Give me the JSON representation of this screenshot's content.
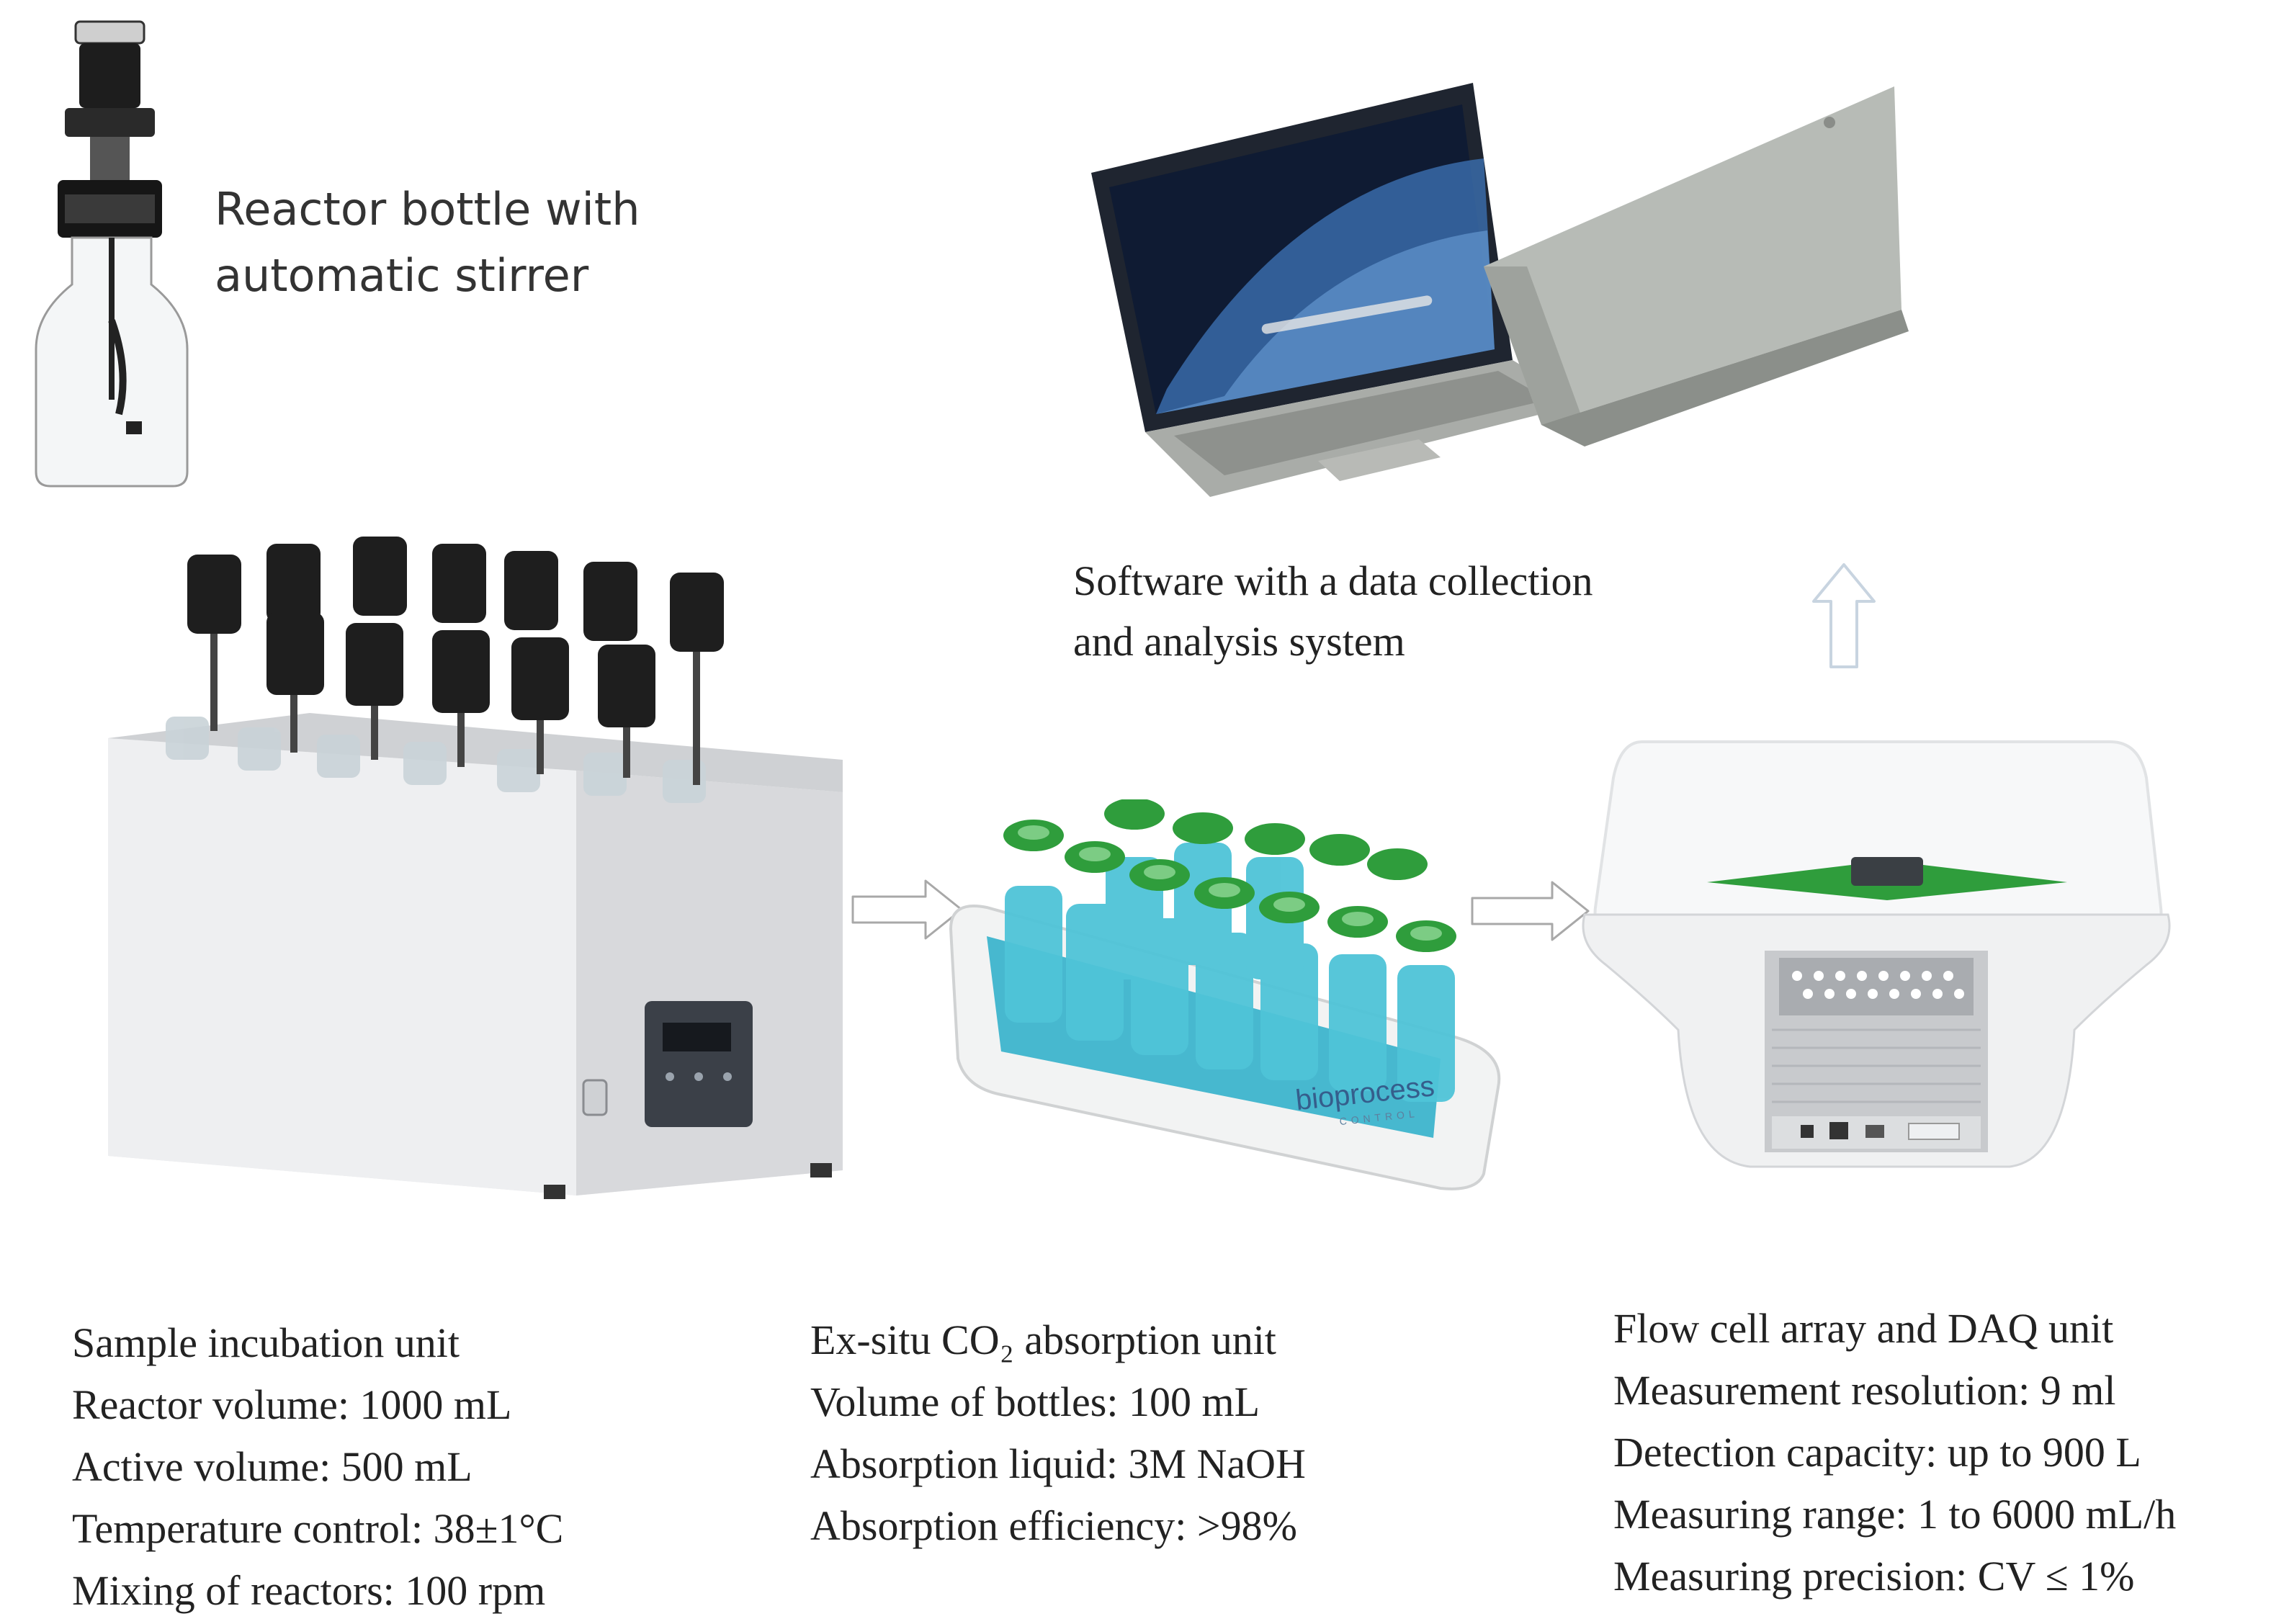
{
  "reactor_bottle": {
    "caption_line1": "Reactor bottle with",
    "caption_line2": "automatic stirrer"
  },
  "software": {
    "caption_line1": "Software with a data collection",
    "caption_line2": "and analysis system"
  },
  "absorption_tray": {
    "brand_text": "bioprocess",
    "brand_subtext": "CONTROL"
  },
  "incubation_unit": {
    "lines": [
      "Sample incubation unit",
      "Reactor volume: 1000 mL",
      "Active volume: 500 mL",
      "Temperature control: 38±1°C",
      "Mixing of reactors: 100 rpm"
    ]
  },
  "co2_unit": {
    "lines": [
      "Ex-situ CO₂ absorption unit",
      "Volume of bottles: 100 mL",
      "Absorption liquid: 3M NaOH",
      "Absorption efficiency: >98%"
    ]
  },
  "flow_cell_unit": {
    "lines": [
      "Flow cell array and DAQ unit",
      "Measurement resolution: 9 ml",
      "Detection capacity: up to 900 L",
      "Measuring range: 1 to 6000 mL/h",
      "Measuring precision: CV ≤ 1%"
    ]
  },
  "colors": {
    "arrow_outline": "#c8d4e0",
    "arrow_outline_dark": "#a8a8a8",
    "bath_body": "#e8e9eb",
    "knob_black": "#1e1e1e",
    "cap_green": "#2f9d3c",
    "liquid_blue": "#4fc4d8",
    "laptop_silver": "#b9bdb8"
  }
}
